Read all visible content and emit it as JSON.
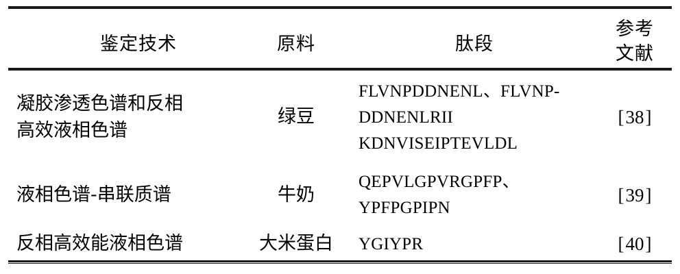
{
  "table": {
    "columns": [
      {
        "key": "technique",
        "header": "鉴定技术",
        "align": "center"
      },
      {
        "key": "material",
        "header": "原料",
        "align": "center"
      },
      {
        "key": "peptide",
        "header": "肽段",
        "align": "center"
      },
      {
        "key": "reference",
        "header_line1": "参考",
        "header_line2": "文献",
        "align": "center"
      }
    ],
    "rows": [
      {
        "technique": "凝胶渗透色谱和反相\n高效液相色谱",
        "material": "绿豆",
        "peptide": "FLVNPDDNENL、FLVNP-\nDDNENLRII\nKDNVISEIPTEVLDL",
        "reference_open": "[",
        "reference_number": "38",
        "reference_close": "]"
      },
      {
        "technique": "液相色谱-串联质谱",
        "material": "牛奶",
        "peptide": "QEPVLGPVRGPFP、\nYPFPGPIPN",
        "reference_open": "[",
        "reference_number": "39",
        "reference_close": "]"
      },
      {
        "technique": "反相高效能液相色谱",
        "material": "大米蛋白",
        "peptide": "YGIYPR",
        "reference_open": "[",
        "reference_number": "40",
        "reference_close": "]"
      }
    ],
    "style": {
      "rule_color": "#1a1a1a",
      "text_color": "#000000",
      "background": "#ffffff"
    }
  }
}
